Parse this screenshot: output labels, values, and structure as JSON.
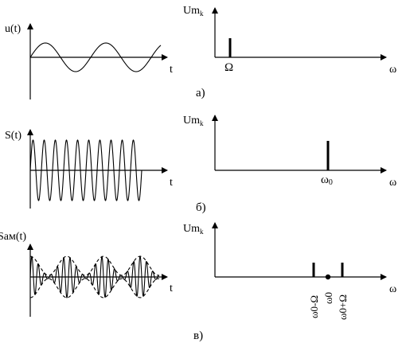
{
  "panels": [
    {
      "id": "a",
      "time_label": "u(t)",
      "t_label": "t",
      "spec_label": "Um",
      "spec_sub": "k",
      "w_label": "ω",
      "caption": "а)",
      "lines": [
        "Ω"
      ]
    },
    {
      "id": "b",
      "time_label": "S(t)",
      "t_label": "t",
      "spec_label": "Um",
      "spec_sub": "k",
      "w_label": "ω",
      "caption": "б)",
      "lines": [
        "ω",
        "0"
      ]
    },
    {
      "id": "c",
      "time_label": "Sам(t)",
      "t_label": "t",
      "spec_label": "Um",
      "spec_sub": "k",
      "w_label": "ω",
      "caption": "в)",
      "lines": [
        "ω0-Ω",
        "ω0",
        "ω0+Ω"
      ]
    }
  ]
}
